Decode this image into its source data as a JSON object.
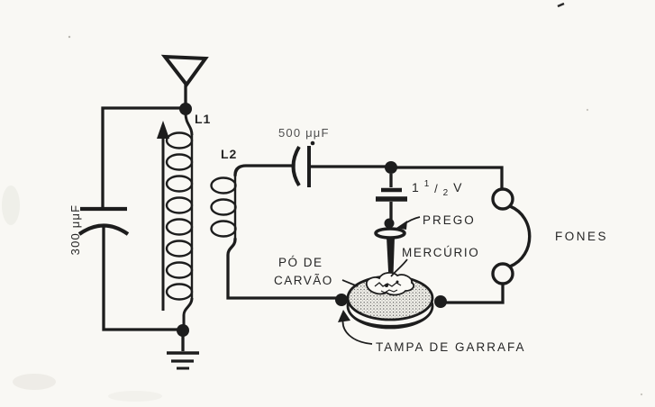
{
  "page": {
    "background": "#f9f8f4",
    "ink": "#1d1d1d"
  },
  "labels": {
    "antenna_coil": "L1",
    "detector_coil": "L2",
    "variable_capacitor": "300 μμF",
    "coupling_capacitor": "500 μμF",
    "battery": {
      "whole": "1",
      "numerator": "1",
      "fraction_slash": "/",
      "denominator": "2",
      "unit": "V"
    },
    "nail": "PREGO",
    "mercury": "MERCÚRIO",
    "carbon_powder": {
      "line1": "PÓ DE",
      "line2": "CARVÃO"
    },
    "bottle_cap": "TAMPA DE GARRAFA",
    "headphones": "FONES"
  }
}
